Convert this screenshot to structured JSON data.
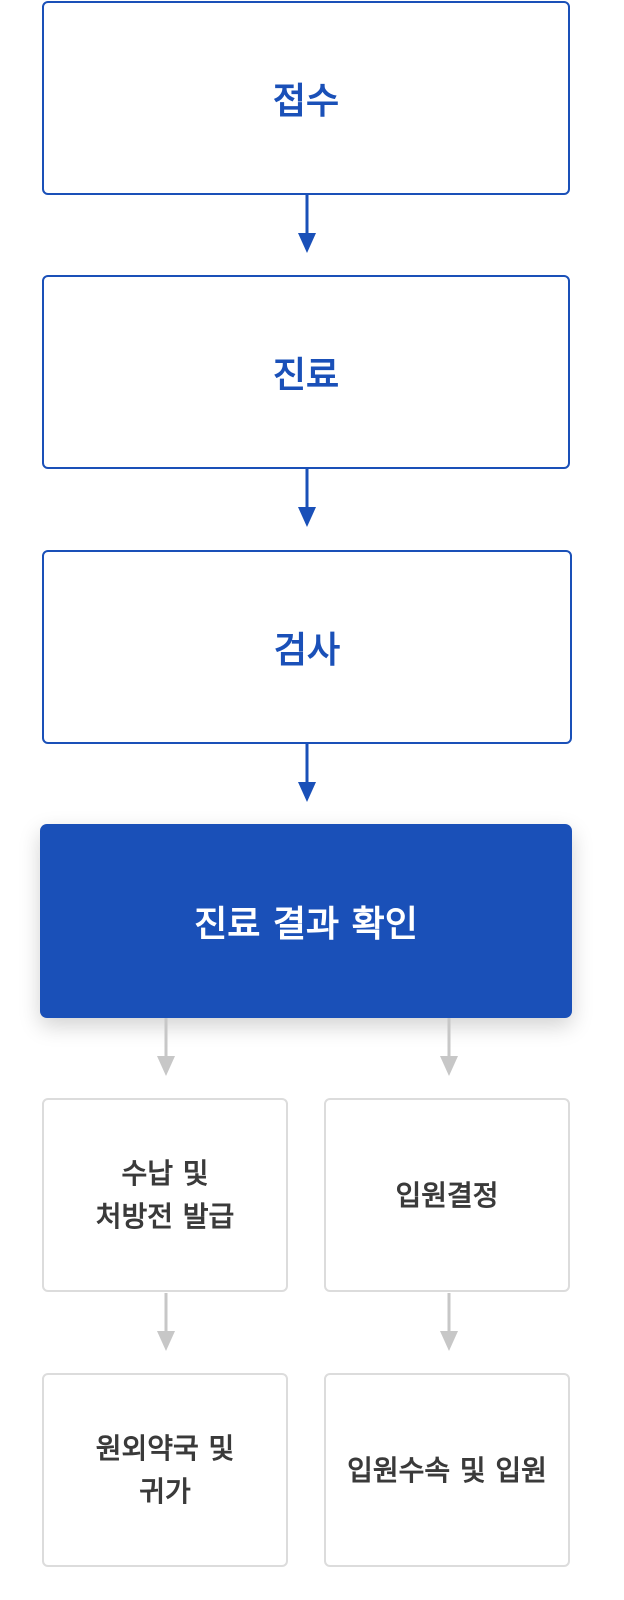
{
  "colors": {
    "accent": "#1a50b8",
    "connector_grey": "#c7c7c7",
    "grey_border": "#dcdcdc",
    "grey_text": "#3a3a3a"
  },
  "steps": {
    "reception": "접수",
    "consultation": "진료",
    "examination": "검사",
    "result_check": "진료 결과 확인"
  },
  "left_branch": {
    "payment": [
      "수납 및",
      "처방전 발급"
    ],
    "pharmacy": [
      "원외약국 및",
      "귀가"
    ]
  },
  "right_branch": {
    "admission_decision": "입원결정",
    "admission_process": "입원수속 및 입원"
  }
}
